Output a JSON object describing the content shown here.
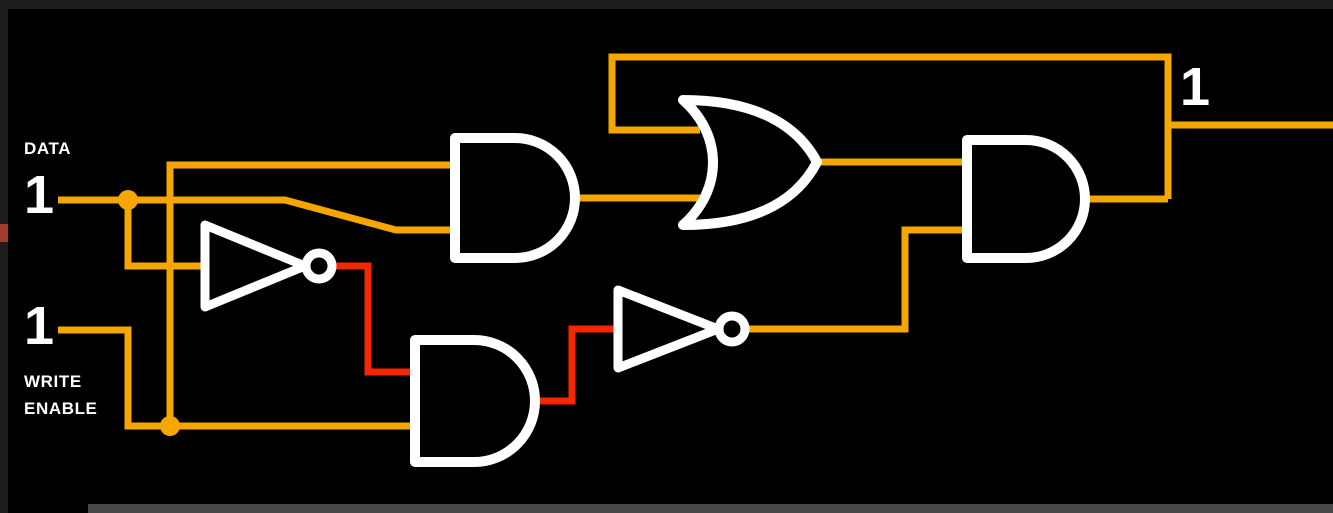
{
  "title": "gated-d-latch-logic-circuit",
  "labels": {
    "data_label": "DATA",
    "write_enable_line1": "WRITE",
    "write_enable_line2": "ENABLE"
  },
  "signals": {
    "data": "1",
    "write_enable": "1",
    "output": "1"
  },
  "gates": [
    {
      "name": "not-gate-data",
      "type": "NOT"
    },
    {
      "name": "and-gate-top",
      "type": "AND"
    },
    {
      "name": "and-gate-bottom",
      "type": "AND"
    },
    {
      "name": "not-gate-bottom",
      "type": "NOT"
    },
    {
      "name": "or-gate",
      "type": "OR"
    },
    {
      "name": "and-gate-output",
      "type": "AND"
    }
  ],
  "colors": {
    "background": "#000000",
    "text": "#FFFFFF",
    "wire-high": "#F5A700",
    "wire-low": "#F52600",
    "gate-stroke": "#FFFFFF",
    "gate-fill": "#000000",
    "frame": "#1D1D1D",
    "scrollbar": "#474747",
    "accent-red-mark": "#A33A2E"
  }
}
